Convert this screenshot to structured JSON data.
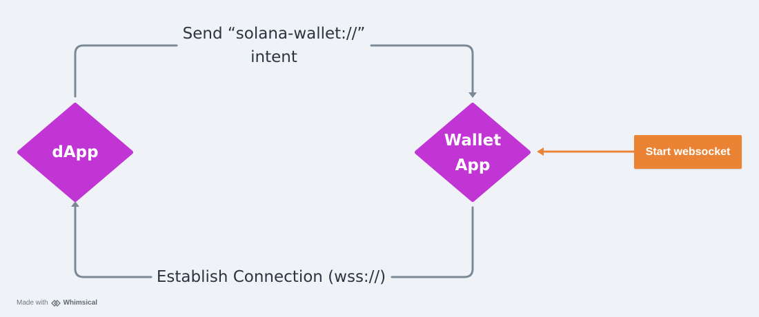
{
  "nodes": {
    "dapp": {
      "label": "dApp"
    },
    "wallet": {
      "label_line1": "Wallet",
      "label_line2": "App"
    },
    "start": {
      "label": "Start websocket"
    }
  },
  "edges": {
    "send_intent": {
      "line1": "Send “solana-wallet://”",
      "line2": "intent"
    },
    "establish": {
      "label": "Establish Connection (wss://)"
    }
  },
  "footer": {
    "made_with": "Made with",
    "brand": "Whimsical"
  },
  "colors": {
    "diamond": "#c135d4",
    "start_box": "#eb8334",
    "connector": "#7b8896",
    "orange_arrow": "#eb8334",
    "background": "#eff3f7"
  }
}
